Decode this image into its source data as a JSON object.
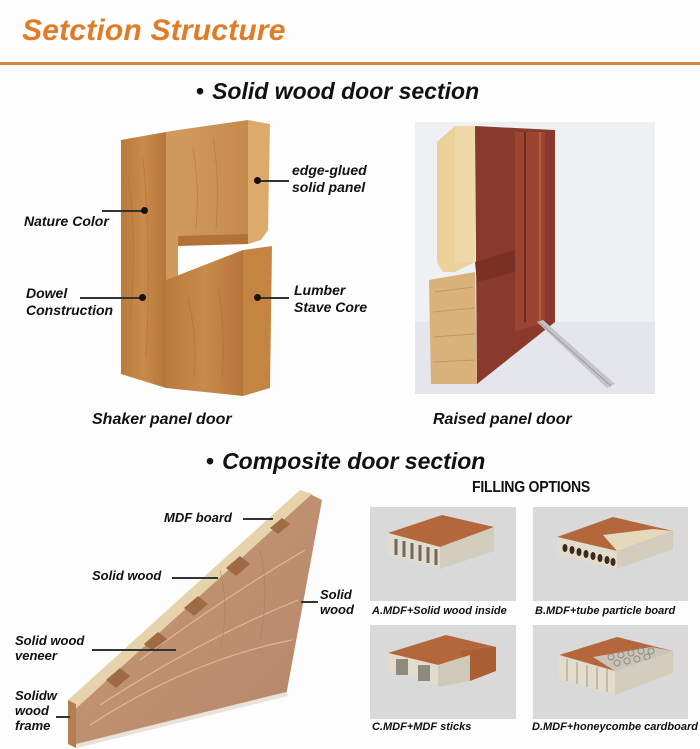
{
  "header": {
    "title": "Setction Structure",
    "accent_color": "#e07b26",
    "rule_color": "#d08745"
  },
  "solid_section": {
    "bullet": "•",
    "heading": "Solid wood door section",
    "shaker": {
      "caption": "Shaker panel door",
      "callouts": {
        "nature_color": "Nature Color",
        "dowel_line1": "Dowel",
        "dowel_line2": "Construction",
        "edge_line1": "edge-glued",
        "edge_line2": "solid panel",
        "lumber_line1": "Lumber",
        "lumber_line2": "Stave Core"
      }
    },
    "raised": {
      "caption": "Raised panel door"
    }
  },
  "composite_section": {
    "bullet": "•",
    "heading": "Composite door section",
    "callouts": {
      "mdf_board": "MDF board",
      "solid_wood": "Solid wood",
      "solid_wood_right_line1": "Solid",
      "solid_wood_right_line2": "wood",
      "veneer_line1": "Solid wood",
      "veneer_line2": "veneer",
      "frame_line1": "Solidw",
      "frame_line2": "wood",
      "frame_line3": "frame"
    }
  },
  "filling_options": {
    "title": "FILLING OPTIONS",
    "options": [
      {
        "label": "A.MDF+Solid wood inside",
        "icon": "solid-wood-slats-icon"
      },
      {
        "label": "B.MDF+tube particle board",
        "icon": "tube-particle-board-icon"
      },
      {
        "label": "C.MDF+MDF sticks",
        "icon": "mdf-sticks-icon"
      },
      {
        "label": "D.MDF+honeycombe cardboard",
        "icon": "honeycomb-cardboard-icon"
      }
    ]
  }
}
